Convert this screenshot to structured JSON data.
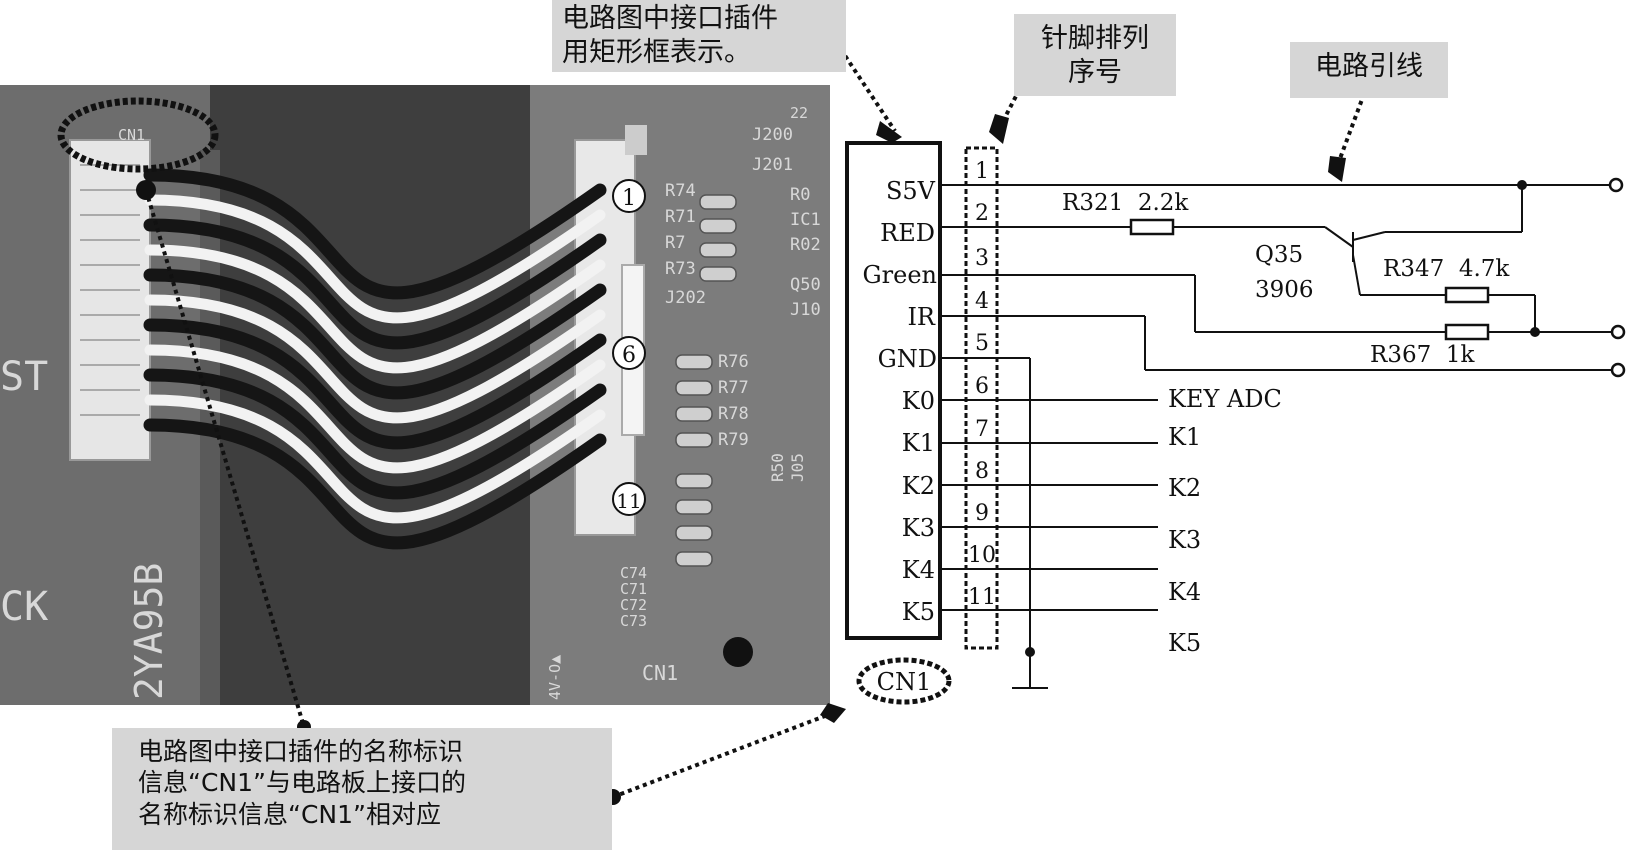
{
  "callouts": {
    "rect_line1": "电路图中接口插件",
    "rect_line2": "用矩形框表示。",
    "pins_line1": "针脚排列",
    "pins_line2": "序号",
    "wire": "电路引线",
    "name_line1": "电路图中接口插件的名称标识",
    "name_line2": "信息“CN1”与电路板上接口的",
    "name_line3": "名称标识信息“CN1”相对应"
  },
  "photo": {
    "board_labels": [
      "CN1",
      "J200",
      "J201",
      "R74",
      "R71",
      "R7",
      "R73",
      "J202",
      "R0",
      "IC1",
      "R02",
      "Q50",
      "J10",
      "R76",
      "R77",
      "R78",
      "R79",
      "R50",
      "J05",
      "C74",
      "C71",
      "C72",
      "C73",
      "CN1",
      "ST",
      "CK",
      "2YA95B",
      "4V-O▲",
      "22"
    ],
    "pin_marks": [
      "1",
      "6",
      "11"
    ]
  },
  "schematic": {
    "connector_name": "CN1",
    "pin_labels": [
      "S5V",
      "RED",
      "Green",
      "IR",
      "GND",
      "K0",
      "K1",
      "K2",
      "K3",
      "K4",
      "K5"
    ],
    "pin_numbers": [
      "1",
      "2",
      "3",
      "4",
      "5",
      "6",
      "7",
      "8",
      "9",
      "10",
      "11"
    ],
    "r321": "R321  2.2k",
    "r347": "R347  4.7k",
    "r367": "R367  1k",
    "q35": "Q35",
    "q35_part": "3906",
    "net_labels": [
      "KEY ADC",
      "K1",
      "K2",
      "K3",
      "K4",
      "K5"
    ]
  }
}
